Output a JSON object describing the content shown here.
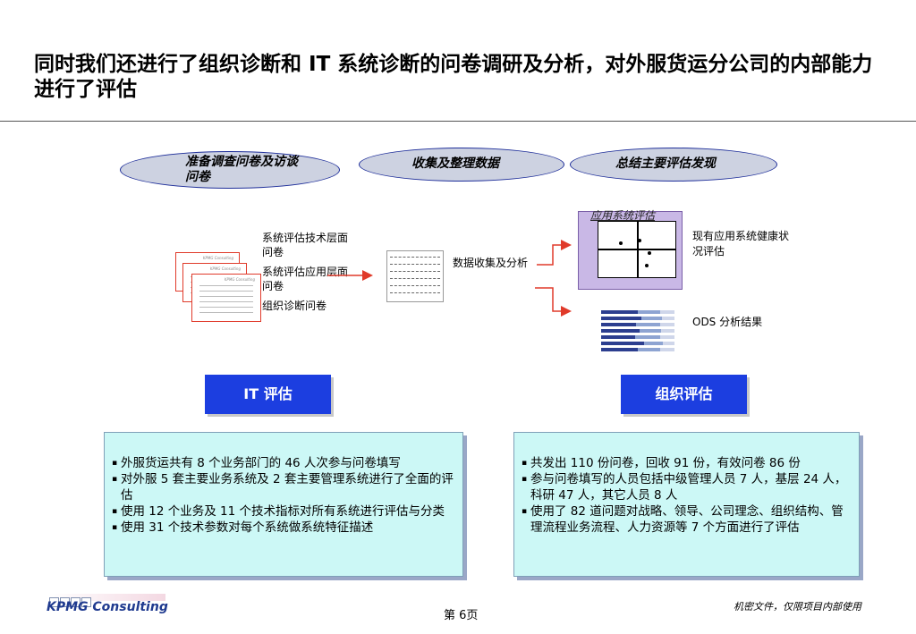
{
  "title": "同时我们还进行了组织诊断和 IT 系统诊断的问卷调研及分析，对外服货运分公司的内部能力进行了评估",
  "steps": [
    {
      "label": "准备调查问卷及访谈问卷"
    },
    {
      "label": "收集及整理数据"
    },
    {
      "label": "总结主要评估发现"
    }
  ],
  "questionnaires": {
    "tech": "系统评估技术层面问卷",
    "app": "系统评估应用层面问卷",
    "org": "组织诊断问卷",
    "sheet_label": "KPMG Consulting"
  },
  "collect_label": "数据收集及分析",
  "app_eval": {
    "title": "应用系统评估",
    "desc": "现有应用系统健康状况评估"
  },
  "ods": {
    "label": "ODS 分析结果"
  },
  "sections": [
    {
      "header": "IT 评估",
      "bullets": [
        "外服货运共有 8 个业务部门的 46 人次参与问卷填写",
        "对外服 5 套主要业务系统及 2 套主要管理系统进行了全面的评估",
        "使用 12 个业务及 11 个技术指标对所有系统进行评估与分类",
        "使用 31 个技术参数对每个系统做系统特征描述"
      ]
    },
    {
      "header": "组织评估",
      "bullets": [
        "共发出 110 份问卷，回收 91 份，有效问卷 86 份",
        "参与问卷填写的人员包括中级管理人员 7 人，基层 24 人，科研 47 人，其它人员 8 人",
        "使用了 82 道问题对战略、领导、公司理念、组织结构、管理流程业务流程、人力资源等 7 个方面进行了评估"
      ]
    }
  ],
  "footer": {
    "logo": "KPMG Consulting",
    "page": "第 6页",
    "confidential": "机密文件，仅限项目内部使用"
  },
  "colors": {
    "accent_blue": "#1c3ee0",
    "ellipse_fill": "#cdd2e1",
    "ellipse_border": "#1f2f9a",
    "textbox_fill": "#ccf8f6",
    "app_box_fill": "#c9b8e6",
    "arrow_red": "#e03a2a"
  }
}
